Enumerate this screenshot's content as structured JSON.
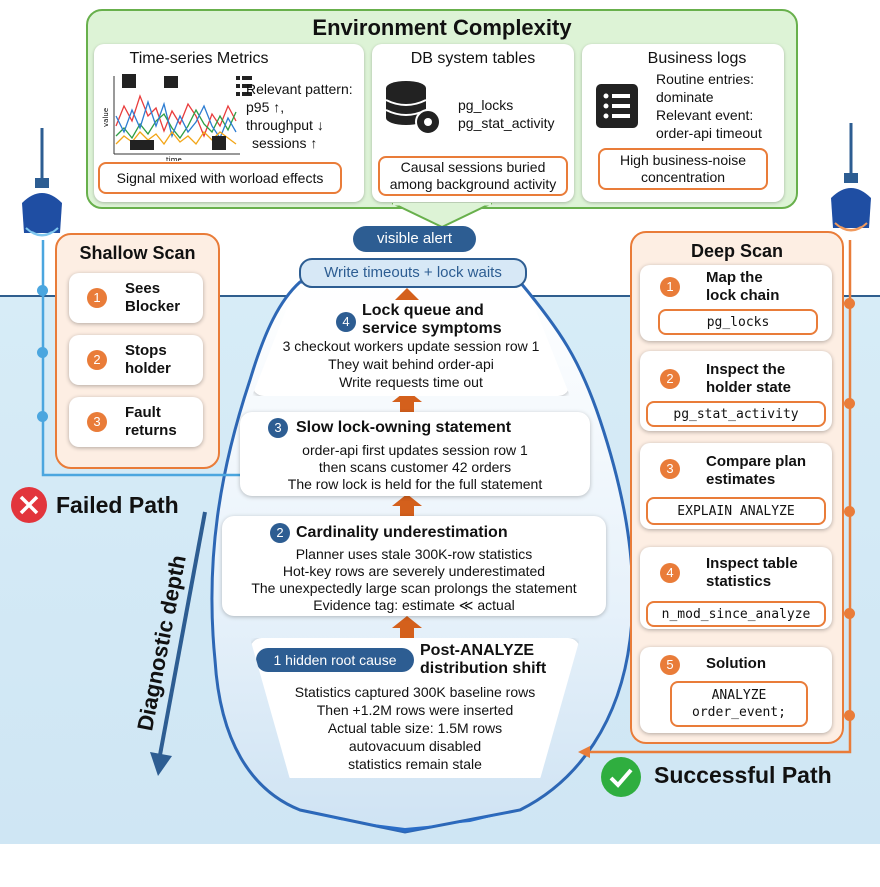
{
  "environment": {
    "title": "Environment Complexity",
    "metrics": {
      "title": "Time-series Metrics",
      "pattern_label": "Relevant pattern:",
      "p95": "p95 ↑,",
      "throughput": "throughput ↓",
      "sessions": "sessions ↑",
      "axis_y": "value",
      "axis_x": "time",
      "box": "Signal mixed with worload effects"
    },
    "db": {
      "title": "DB system tables",
      "t1": "pg_locks",
      "t2": "pg_stat_activity",
      "box_l1": "Causal sessions buried",
      "box_l2": "among background activity"
    },
    "logs": {
      "title": "Business logs",
      "l1": "Routine entries:",
      "l2": "dominate",
      "l3": "Relevant event:",
      "l4": "order-api timeout",
      "box_l1": "High business-noise",
      "box_l2": "concentration"
    }
  },
  "alert": {
    "visible": "visible alert",
    "symptom": "Write timeouts + lock waits"
  },
  "layers": [
    {
      "num": "4",
      "title1": "Lock queue and",
      "title2": "service symptoms",
      "lines": [
        "3 checkout workers update session row 1",
        "They wait behind order-api",
        "Write requests time out"
      ]
    },
    {
      "num": "3",
      "title1": "Slow lock-owning statement",
      "lines": [
        "order-api first updates session row 1",
        "then scans customer 42 orders",
        "The row lock is held for the full statement"
      ]
    },
    {
      "num": "2",
      "title1": "Cardinality underestimation",
      "lines": [
        "Planner uses stale 300K-row statistics",
        "Hot-key rows are severely underestimated",
        "The unexpectedly large scan prolongs the statement",
        "Evidence tag: estimate ≪ actual"
      ]
    },
    {
      "badge": "1 hidden root cause",
      "title1": "Post-ANALYZE",
      "title2": "distribution shift",
      "lines": [
        "Statistics captured 300K baseline rows",
        "Then +1.2M rows were inserted",
        "Actual table size: 1.5M rows",
        "autovacuum disabled",
        "statistics remain stale"
      ]
    }
  ],
  "shallow": {
    "title": "Shallow Scan",
    "steps": [
      {
        "num": "1",
        "l1": "Sees",
        "l2": "Blocker"
      },
      {
        "num": "2",
        "l1": "Stops",
        "l2": "holder"
      },
      {
        "num": "3",
        "l1": "Fault",
        "l2": "returns"
      }
    ]
  },
  "deep": {
    "title": "Deep Scan",
    "steps": [
      {
        "num": "1",
        "l1": "Map the",
        "l2": "lock chain",
        "cmd": "pg_locks"
      },
      {
        "num": "2",
        "l1": "Inspect the",
        "l2": "holder state",
        "cmd": "pg_stat_activity"
      },
      {
        "num": "3",
        "l1": "Compare plan",
        "l2": "estimates",
        "cmd": "EXPLAIN ANALYZE"
      },
      {
        "num": "4",
        "l1": "Inspect table",
        "l2": "statistics",
        "cmd": "n_mod_since_analyze"
      },
      {
        "num": "5",
        "l1": "Solution",
        "cmd1": "ANALYZE",
        "cmd2": "order_event;"
      }
    ]
  },
  "failed": "Failed Path",
  "success": "Successful Path",
  "depth": "Diagnostic depth",
  "colors": {
    "orange": "#e97c39",
    "navy": "#2d5d92",
    "green_bg": "#ddf3d6",
    "green_border": "#68b04c",
    "water": "#d7ecf7",
    "red": "#e2353c",
    "check_green": "#2fae3f"
  }
}
